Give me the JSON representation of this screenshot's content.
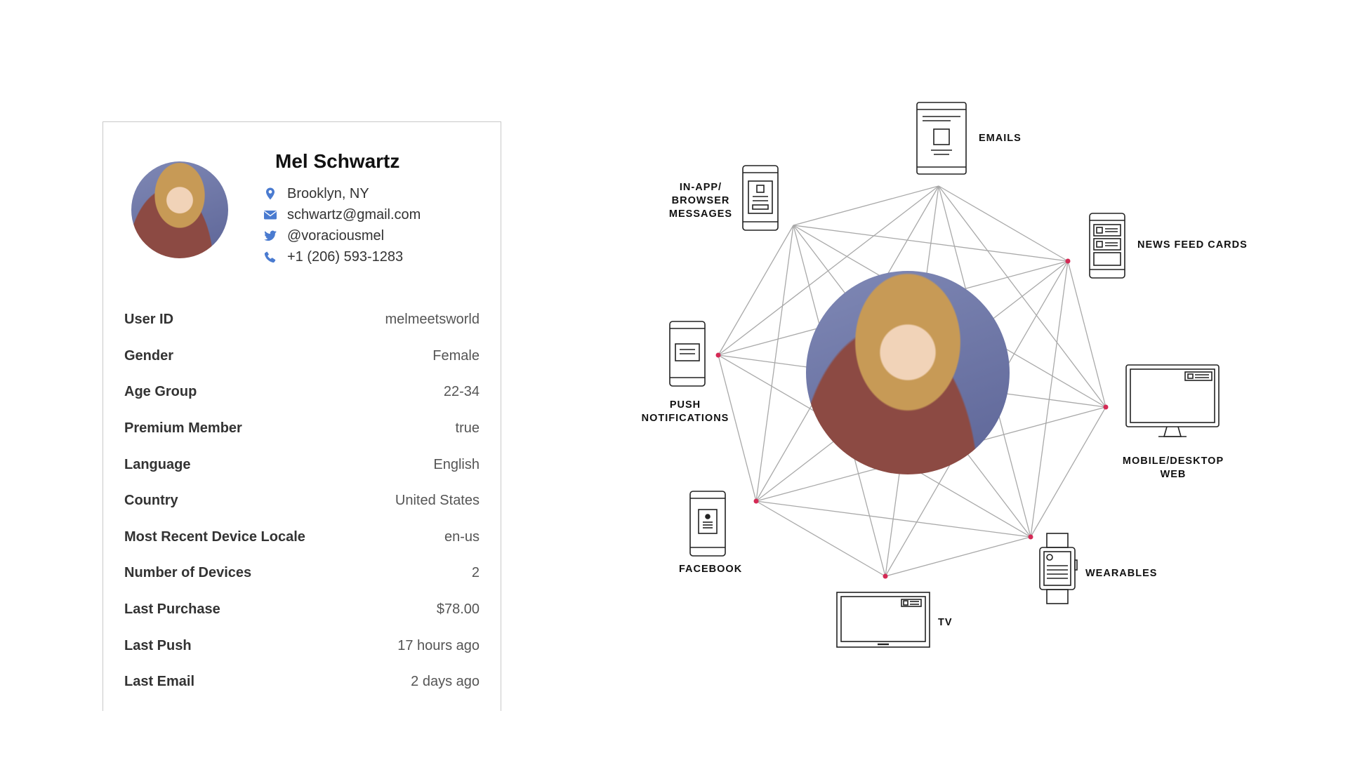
{
  "profile": {
    "name": "Mel Schwartz",
    "contacts": [
      {
        "icon": "location-pin-icon",
        "text": "Brooklyn, NY"
      },
      {
        "icon": "envelope-icon",
        "text": "schwartz@gmail.com"
      },
      {
        "icon": "twitter-icon",
        "text": "@voraciousmel"
      },
      {
        "icon": "phone-icon",
        "text": "+1 (206) 593-1283"
      }
    ],
    "attributes": [
      {
        "label": "User ID",
        "value": "melmeetsworld"
      },
      {
        "label": "Gender",
        "value": "Female"
      },
      {
        "label": "Age Group",
        "value": "22-34"
      },
      {
        "label": "Premium Member",
        "value": "true"
      },
      {
        "label": "Language",
        "value": "English"
      },
      {
        "label": "Country",
        "value": "United States"
      },
      {
        "label": "Most Recent Device Locale",
        "value": "en-us"
      },
      {
        "label": "Number of Devices",
        "value": "2"
      },
      {
        "label": "Last Purchase",
        "value": "$78.00"
      },
      {
        "label": "Last Push",
        "value": "17 hours ago"
      },
      {
        "label": "Last Email",
        "value": "2 days ago"
      }
    ]
  },
  "channels": {
    "emails": "EMAILS",
    "in_app": "IN-APP/\nBROWSER\nMESSAGES",
    "news_feed": "NEWS FEED CARDS",
    "push": "PUSH\nNOTIFICATIONS",
    "web": "MOBILE/DESKTOP\nWEB",
    "facebook": "FACEBOOK",
    "wearables": "WEARABLES",
    "tv": "TV"
  },
  "colors": {
    "icon_blue": "#4a7bd0",
    "node_red": "#d42a55",
    "line_gray": "#a9a9a9"
  }
}
